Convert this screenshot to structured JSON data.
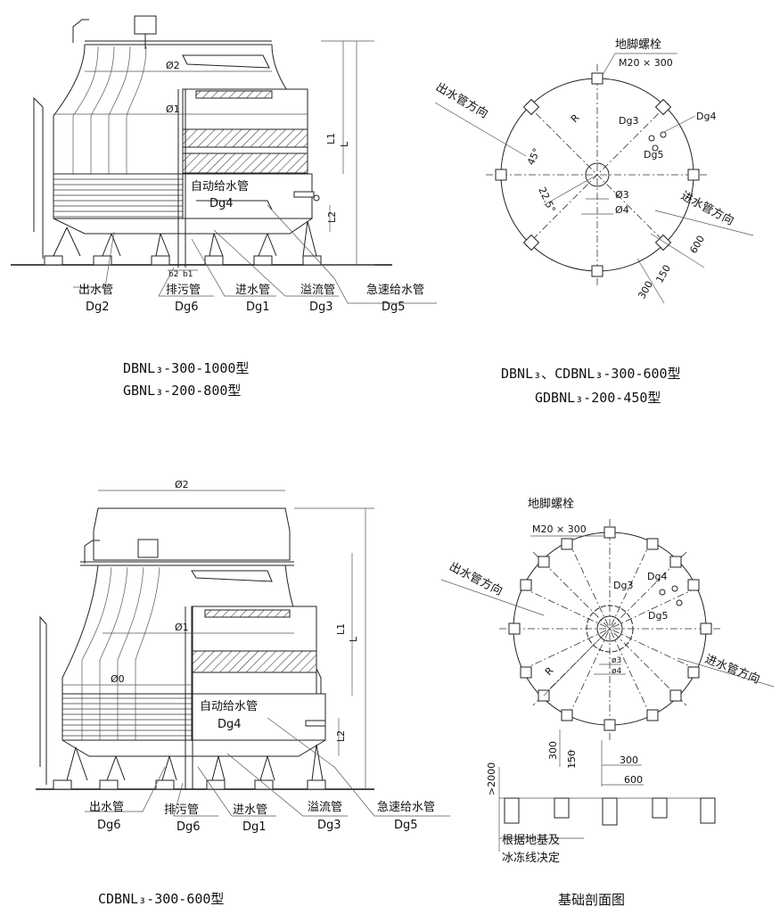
{
  "views": {
    "elevation_top": {
      "labels": {
        "auto_feed": "自动给水管",
        "auto_feed_dg": "Dg4",
        "outlet": "出水管",
        "outlet_dg": "Dg2",
        "drain": "排污管",
        "drain_dg": "Dg6",
        "inlet": "进水管",
        "inlet_dg": "Dg1",
        "overflow": "溢流管",
        "overflow_dg": "Dg3",
        "quick_feed": "急速给水管",
        "quick_feed_dg": "Dg5"
      },
      "dims": {
        "d2": "Ø2",
        "d1": "Ø1",
        "L1": "L1",
        "L": "L",
        "L2": "L2",
        "b2": "b2",
        "b1": "b1"
      },
      "caption_line1": "DBNL₃-300-1000型",
      "caption_line2": "GBNL₃-200-800型"
    },
    "plan_top": {
      "anchor_bolt": "地脚螺栓",
      "bolt_spec": "M20 × 300",
      "outlet_dir": "出水管方向",
      "inlet_dir": "进水管方向",
      "dg3": "Dg3",
      "dg4": "Dg4",
      "dg5": "Dg5",
      "R": "R",
      "angle1": "45°",
      "angle2": "22.5°",
      "d3": "Ø3",
      "d4": "Ø4",
      "dim_600": "600",
      "dim_150": "150",
      "dim_300": "300",
      "caption_line1": "DBNL₃、CDBNL₃-300-600型",
      "caption_line2": "GDBNL₃-200-450型"
    },
    "elevation_bottom": {
      "labels": {
        "auto_feed": "自动给水管",
        "auto_feed_dg": "Dg4",
        "outlet": "出水管",
        "outlet_dg": "Dg6",
        "drain": "排污管",
        "drain_dg": "Dg6",
        "inlet": "进水管",
        "inlet_dg": "Dg1",
        "overflow": "溢流管",
        "overflow_dg": "Dg3",
        "quick_feed": "急速给水管",
        "quick_feed_dg": "Dg5"
      },
      "dims": {
        "d2": "Ø2",
        "d1": "Ø1",
        "d0": "Ø0",
        "L1": "L1",
        "L": "L",
        "L2": "L2"
      },
      "caption": "CDBNL₃-300-600型"
    },
    "plan_bottom": {
      "anchor_bolt": "地脚螺栓",
      "bolt_spec": "M20 × 300",
      "outlet_dir": "出水管方向",
      "inlet_dir": "进水管方向",
      "dg3": "Dg3",
      "dg4": "Dg4",
      "dg5": "Dg5",
      "R": "R",
      "d3": "ø3",
      "d4": "ø4",
      "dim_300": "300",
      "dim_150": "150",
      "dim_300b": "300",
      "dim_600": "600",
      "dim_2000": ">2000",
      "note_line1": "根据地基及",
      "note_line2": "冰冻线决定",
      "caption": "基础剖面图"
    }
  }
}
